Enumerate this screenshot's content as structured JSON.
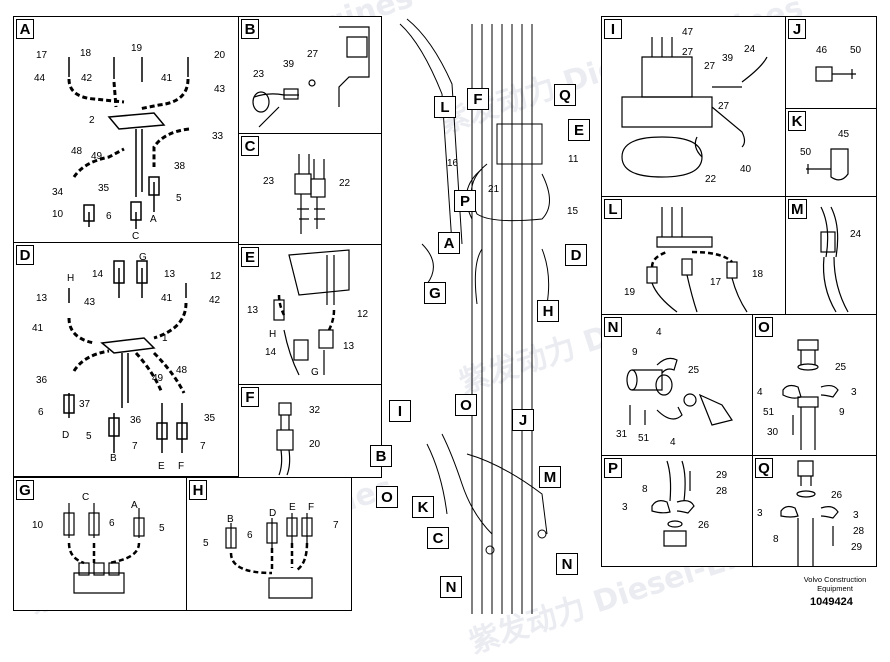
{
  "panels": {
    "A": {
      "letter": "A",
      "nums": [
        "17",
        "18",
        "19",
        "20",
        "44",
        "42",
        "41",
        "43",
        "2",
        "33",
        "48",
        "49",
        "38",
        "34",
        "35",
        "5",
        "10",
        "6",
        "A",
        "C"
      ]
    },
    "B": {
      "letter": "B",
      "nums": [
        "27",
        "23",
        "39"
      ]
    },
    "C": {
      "letter": "C",
      "nums": [
        "23",
        "22"
      ]
    },
    "D": {
      "letter": "D",
      "nums": [
        "14",
        "G",
        "13",
        "12",
        "H",
        "13",
        "43",
        "41",
        "42",
        "41",
        "1",
        "48",
        "49",
        "36",
        "37",
        "36",
        "35",
        "6",
        "D",
        "5",
        "B",
        "7",
        "E",
        "7",
        "F"
      ]
    },
    "E": {
      "letter": "E",
      "nums": [
        "13",
        "12",
        "H",
        "14",
        "13",
        "G"
      ]
    },
    "F": {
      "letter": "F",
      "nums": [
        "32",
        "20"
      ]
    },
    "G": {
      "letter": "G",
      "nums": [
        "C",
        "A",
        "10",
        "6",
        "5"
      ]
    },
    "H": {
      "letter": "H",
      "nums": [
        "B",
        "D",
        "E",
        "F",
        "7",
        "5",
        "6"
      ]
    },
    "I": {
      "letter": "I",
      "nums": [
        "47",
        "27",
        "24",
        "39",
        "27",
        "27",
        "40",
        "22"
      ]
    },
    "J": {
      "letter": "J",
      "nums": [
        "46",
        "50"
      ]
    },
    "K": {
      "letter": "K",
      "nums": [
        "45",
        "50"
      ]
    },
    "L": {
      "letter": "L",
      "nums": [
        "18",
        "19",
        "17"
      ]
    },
    "M": {
      "letter": "M",
      "nums": [
        "24"
      ]
    },
    "N": {
      "letter": "N",
      "nums": [
        "4",
        "9",
        "25",
        "31",
        "51",
        "4"
      ]
    },
    "O": {
      "letter": "O",
      "nums": [
        "25",
        "4",
        "3",
        "51",
        "9",
        "30"
      ]
    },
    "P": {
      "letter": "P",
      "nums": [
        "8",
        "29",
        "28",
        "3",
        "26"
      ]
    },
    "Q": {
      "letter": "Q",
      "nums": [
        "26",
        "3",
        "3",
        "28",
        "8",
        "29"
      ]
    }
  },
  "main": {
    "callouts": [
      "L",
      "F",
      "Q",
      "E",
      "P",
      "A",
      "D",
      "G",
      "H",
      "I",
      "O",
      "J",
      "B",
      "M",
      "O",
      "K",
      "C",
      "N",
      "N"
    ],
    "nums": [
      "16",
      "11",
      "21",
      "15"
    ]
  },
  "footer": {
    "line1": "Volvo Construction",
    "line2": "Equipment",
    "docnum": "1049424"
  },
  "watermark": "紫发动力 Diesel-Engines"
}
